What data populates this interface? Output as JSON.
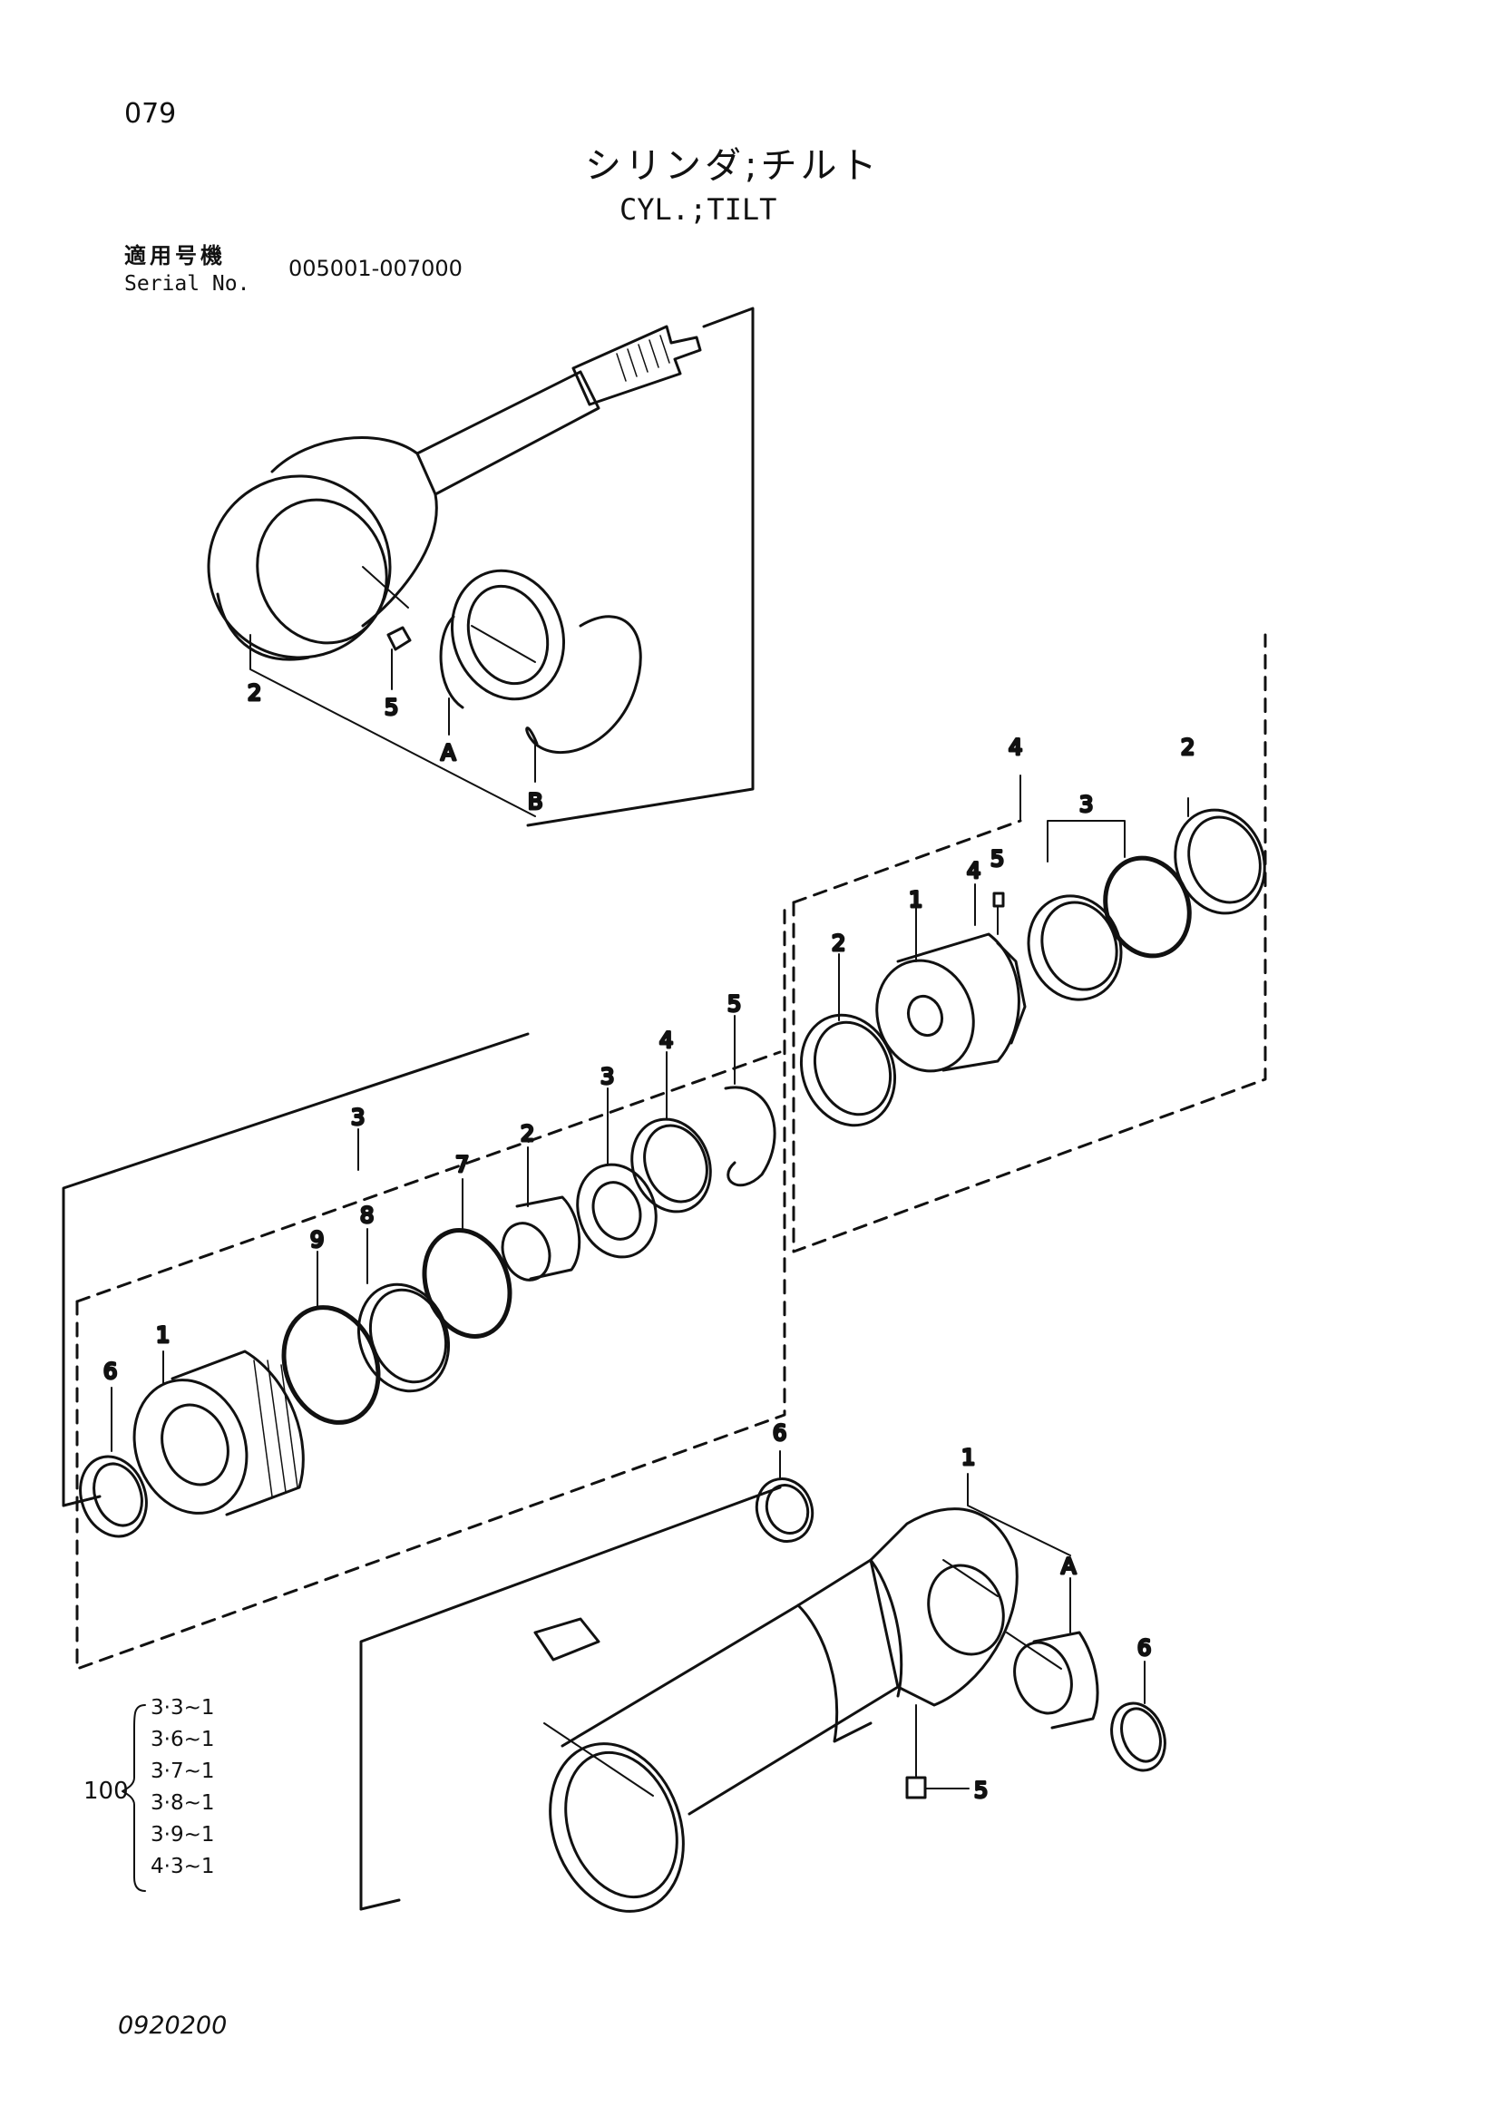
{
  "page": {
    "page_no": "079",
    "title_jp": "シリンダ;チルト",
    "title_en": "CYL.;TILT",
    "serial_label_jp": "適用号機",
    "serial_label_en": "Serial No.",
    "serial_range": "005001-007000",
    "drawing_no": "0920200"
  },
  "callouts": {
    "rod_eye": "2",
    "rod_grease": "5",
    "rod_bush": "A",
    "rod_ring": "B",
    "piston_group": "4",
    "piston_ring_r": "2",
    "piston_seal_group": "3",
    "piston_pin_a": "4",
    "piston_pin_b": "5",
    "piston": "1",
    "piston_ring_l": "2",
    "head_group": "3",
    "head_ring5": "5",
    "head_ring4": "4",
    "head_ring3": "3",
    "head_bush2": "2",
    "head_ring7": "7",
    "head_ring8": "8",
    "head_ring9": "9",
    "head_body": "1",
    "head_ring6": "6",
    "tube_ring6_left": "6",
    "tube_body": "1",
    "tube_bush": "A",
    "tube_ring6_right": "6",
    "tube_grease": "5"
  },
  "kit": {
    "qty": "100",
    "items": [
      "3·3~1",
      "3·6~1",
      "3·7~1",
      "3·8~1",
      "3·9~1",
      "4·3~1"
    ]
  }
}
